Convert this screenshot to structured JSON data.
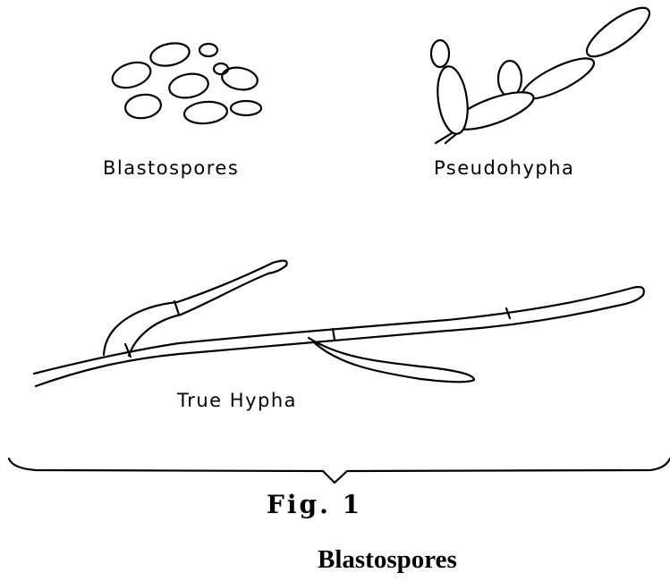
{
  "figure": {
    "labels": {
      "blastospores": "Blastospores",
      "pseudohypha": "Pseudohypha",
      "true_hypha": "True Hypha"
    },
    "fig_label": "Fig. 1"
  },
  "caption": "Blastospores"
}
